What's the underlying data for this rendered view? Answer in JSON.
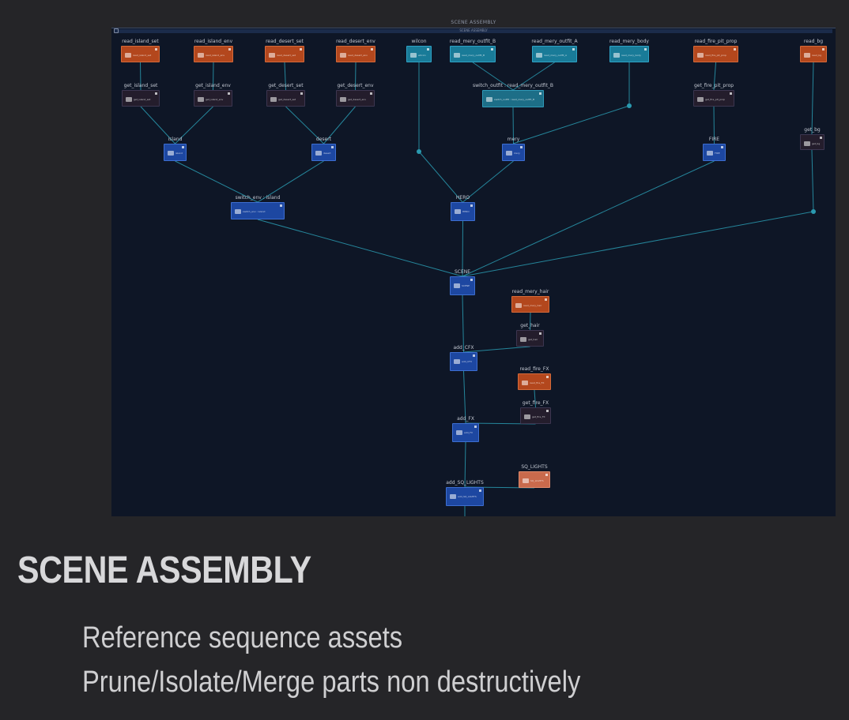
{
  "slide": {
    "title": "SCENE ASSEMBLY",
    "bullets": [
      "Reference sequence assets",
      "Prune/Isolate/Merge parts non destructively"
    ]
  },
  "panel": {
    "title": "SCENE ASSEMBLY",
    "subtitle": "SCENE ASSEMBLY"
  },
  "colors": {
    "read_node": "#b3471d",
    "get_node": "#241d2c",
    "group_node": "#1d47a1",
    "reference_node": "#197b98",
    "wire": "#2a9ab0",
    "background": "#252528",
    "panel": "#0e1626"
  },
  "nodes": [
    {
      "id": "read_island_set",
      "label": "read_island_set",
      "type": "read",
      "text": "read_island_set"
    },
    {
      "id": "read_island_env",
      "label": "read_island_env",
      "type": "read",
      "text": "read_island_env"
    },
    {
      "id": "read_desert_set",
      "label": "read_desert_set",
      "type": "read",
      "text": "read_desert_set"
    },
    {
      "id": "read_desert_env",
      "label": "read_desert_env",
      "type": "read",
      "text": "read_desert_env"
    },
    {
      "id": "wilcon",
      "label": "wilcon",
      "type": "ref",
      "text": "wilcon"
    },
    {
      "id": "read_mery_outfit_B",
      "label": "read_mery_outfit_B",
      "type": "ref",
      "text": "read_mery_outfit_B"
    },
    {
      "id": "read_mery_outfit_A",
      "label": "read_mery_outfit_A",
      "type": "ref",
      "text": "read_mery_outfit_A"
    },
    {
      "id": "read_mery_body",
      "label": "read_mery_body",
      "type": "ref",
      "text": "read_mery_body"
    },
    {
      "id": "read_fire_pit_prop",
      "label": "read_fire_pit_prop",
      "type": "read",
      "text": "read_fire_pit_prop"
    },
    {
      "id": "read_bg",
      "label": "read_bg",
      "type": "read",
      "text": "read_bg"
    },
    {
      "id": "get_island_set",
      "label": "get_island_set",
      "type": "get",
      "text": "get_island_set"
    },
    {
      "id": "get_island_env",
      "label": "get_island_env",
      "type": "get",
      "text": "get_island_env"
    },
    {
      "id": "get_desert_set",
      "label": "get_desert_set",
      "type": "get",
      "text": "get_desert_set"
    },
    {
      "id": "get_desert_env",
      "label": "get_desert_env",
      "type": "get",
      "text": "get_desert_env"
    },
    {
      "id": "switch_outfit",
      "label": "switch_outfit : read_mery_outfit_B",
      "type": "sw",
      "text": "switch_outfit : read_mery_outfit_B"
    },
    {
      "id": "get_fire_pit_prop",
      "label": "get_fire_pit_prop",
      "type": "get",
      "text": "get_fire_pit_prop"
    },
    {
      "id": "get_bg",
      "label": "get_bg",
      "type": "get",
      "text": "get_bg"
    },
    {
      "id": "island",
      "label": "island",
      "type": "grp",
      "text": "island"
    },
    {
      "id": "desert",
      "label": "desert",
      "type": "grp",
      "text": "desert"
    },
    {
      "id": "mery",
      "label": "mery",
      "type": "grp",
      "text": "mery"
    },
    {
      "id": "FIRE",
      "label": "FIRE",
      "type": "grp",
      "text": "FIRE"
    },
    {
      "id": "switch_env",
      "label": "switch_env : island",
      "type": "grp",
      "text": "switch_env : island"
    },
    {
      "id": "HERO",
      "label": "HERO",
      "type": "grp",
      "text": "HERO"
    },
    {
      "id": "SCENE",
      "label": "SCENE",
      "type": "grp",
      "text": "SCENE"
    },
    {
      "id": "read_mery_hair",
      "label": "read_mery_hair",
      "type": "read",
      "text": "read_mery_hair"
    },
    {
      "id": "get_hair",
      "label": "get_hair",
      "type": "get",
      "text": "get_hair"
    },
    {
      "id": "add_CFX",
      "label": "add_CFX",
      "type": "grp",
      "text": "add_CFX"
    },
    {
      "id": "read_fire_FX",
      "label": "read_fire_FX",
      "type": "read",
      "text": "read_fire_FX"
    },
    {
      "id": "get_fire_FX",
      "label": "get_fire_FX",
      "type": "get",
      "text": "get_fire_FX"
    },
    {
      "id": "add_FX",
      "label": "add_FX",
      "type": "grp",
      "text": "add_FX"
    },
    {
      "id": "SQ_LIGHTS",
      "label": "SQ_LIGHTS",
      "type": "lights",
      "text": "SQ_LIGHTS"
    },
    {
      "id": "add_SQ_LIGHTS",
      "label": "add_SQ_LIGHTS",
      "type": "grp",
      "text": "add_SQ_LIGHTS"
    }
  ]
}
